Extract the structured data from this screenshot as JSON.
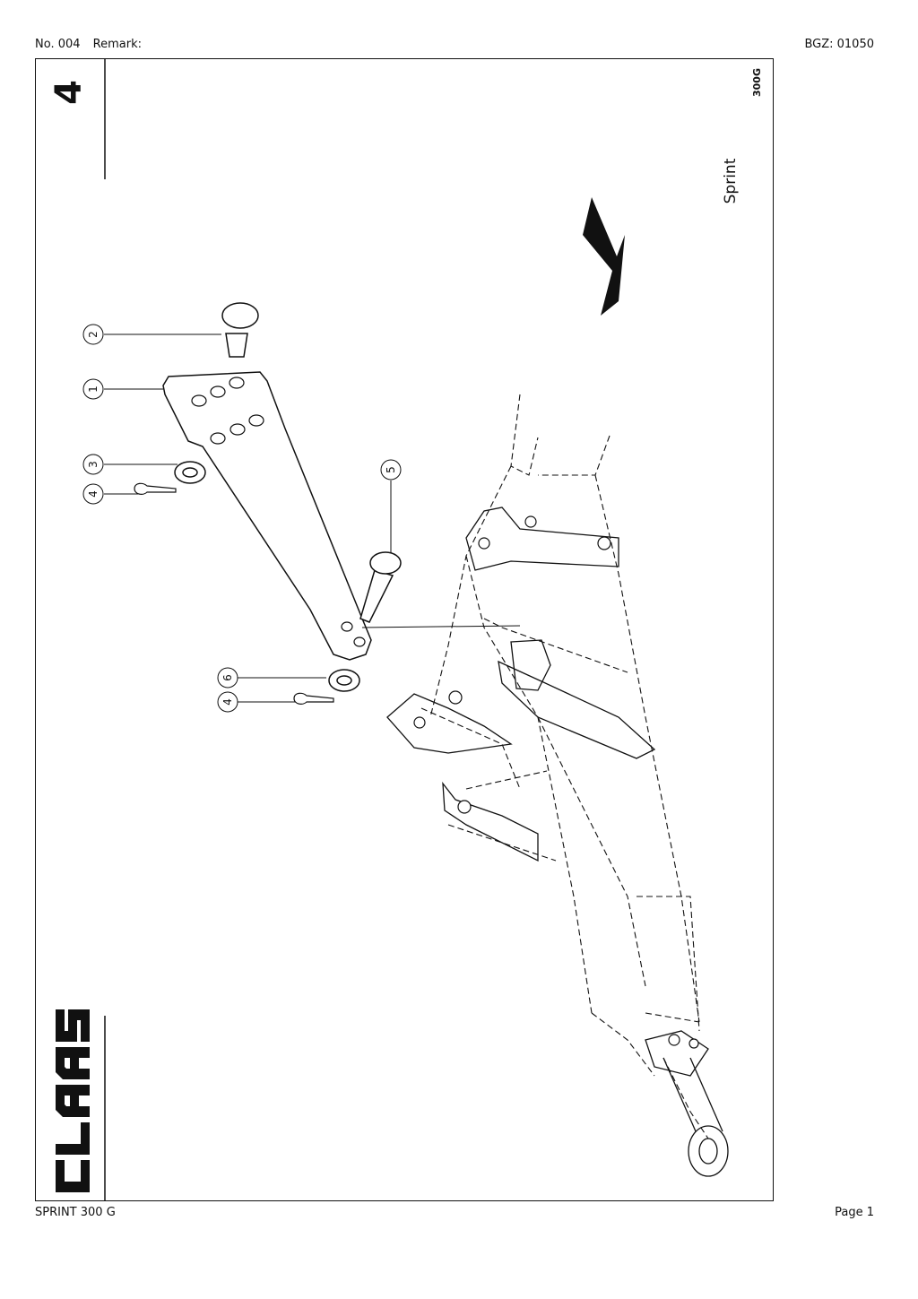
{
  "header": {
    "number": "No. 004",
    "remark_label": "Remark:",
    "bgz": "BGZ: 01050"
  },
  "footer": {
    "model": "SPRINT 300 G",
    "page": "Page 1"
  },
  "drawing": {
    "group_number": "4",
    "model_code": "300G",
    "product_name": "Sprint",
    "brand_logo": "CLAAS",
    "callouts": [
      "1",
      "2",
      "3",
      "4",
      "4",
      "5",
      "6"
    ]
  }
}
